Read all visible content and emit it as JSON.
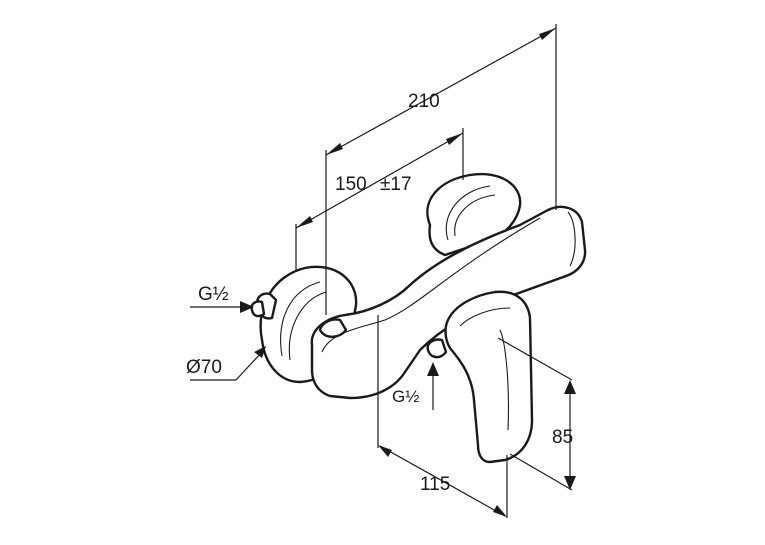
{
  "dimensions": {
    "overall_width": "210",
    "center_distance": "150",
    "center_tolerance": "±17",
    "inlet_thread_left": "G½",
    "rosette_diameter": "Ø70",
    "outlet_thread": "G½",
    "lever_height": "85",
    "outlet_projection": "115"
  },
  "colors": {
    "line": "#1a1a1a",
    "background": "#ffffff"
  }
}
